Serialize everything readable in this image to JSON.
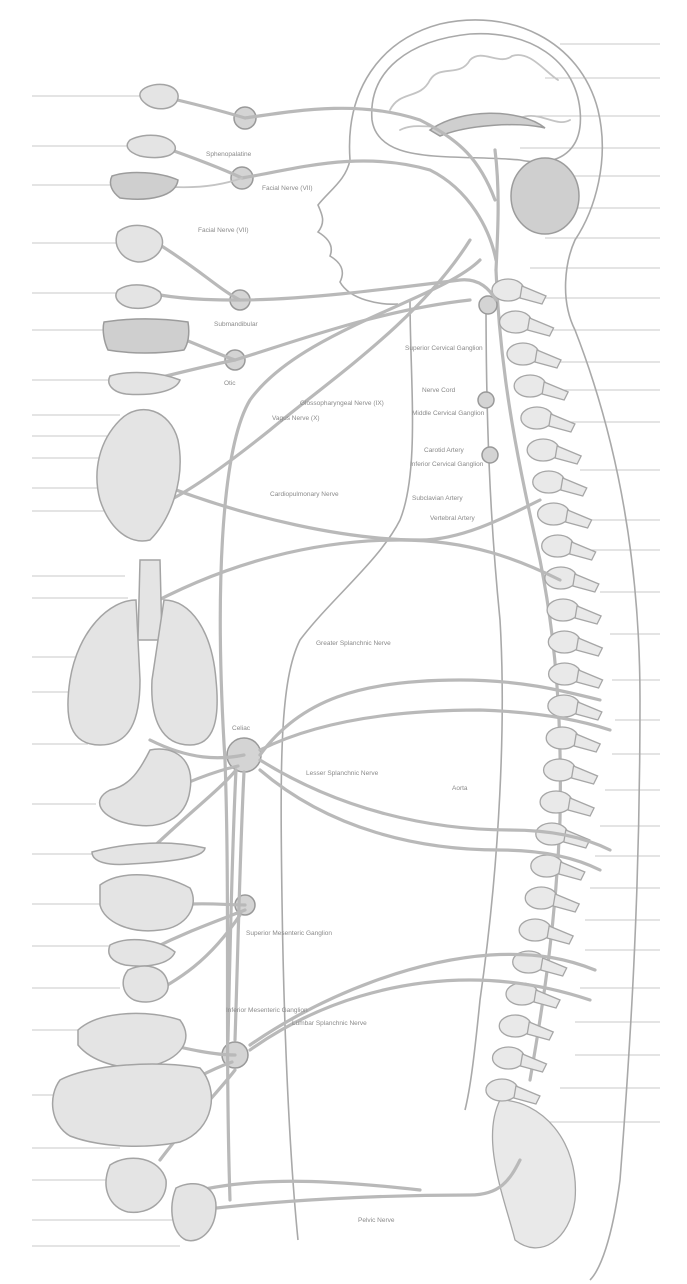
{
  "labels": {
    "nerves": {
      "facial_nerve_upper": "Facial Nerve (VII)",
      "facial_nerve_lower": "Facial Nerve (VII)",
      "glossopharyngeal": "Glossopharyngeal Nerve (IX)",
      "vagus": "Vagus Nerve (X)",
      "cardiopulmonary": "Cardiopulmonary Nerve",
      "greater_splanchnic": "Greater Splanchnic Nerve",
      "lesser_splanchnic": "Lesser Splanchnic Nerve",
      "lumbar_splanchnic": "Lumbar Splanchnic Nerve",
      "pelvic": "Pelvic Nerve"
    },
    "ganglia": {
      "sphenopalatine": "Sphenopalatine",
      "submandibular": "Submandibular",
      "otic": "Otic",
      "superior_cervical": "Superior Cervical Ganglion",
      "middle_cervical": "Middle Cervical Ganglion",
      "inferior_cervical": "Inferior Cervical Ganglion",
      "celiac": "Celiac",
      "superior_mesenteric": "Superior Mesenteric Ganglion",
      "inferior_mesenteric": "Inferior Mesenteric Ganglion"
    },
    "vessels": {
      "nerve_cord": "Nerve Cord",
      "carotid_artery": "Carotid Artery",
      "subclavian_artery": "Subclavian Artery",
      "vertebral_artery": "Vertebral Artery",
      "aorta": "Aorta"
    }
  },
  "colors": {
    "background": "#ffffff",
    "line": "#c8c8c8",
    "nerve": "#b9b9b9",
    "organ_fill": "#e4e4e4",
    "organ_stroke": "#a4a4a4",
    "label": "#8a8a8a"
  }
}
